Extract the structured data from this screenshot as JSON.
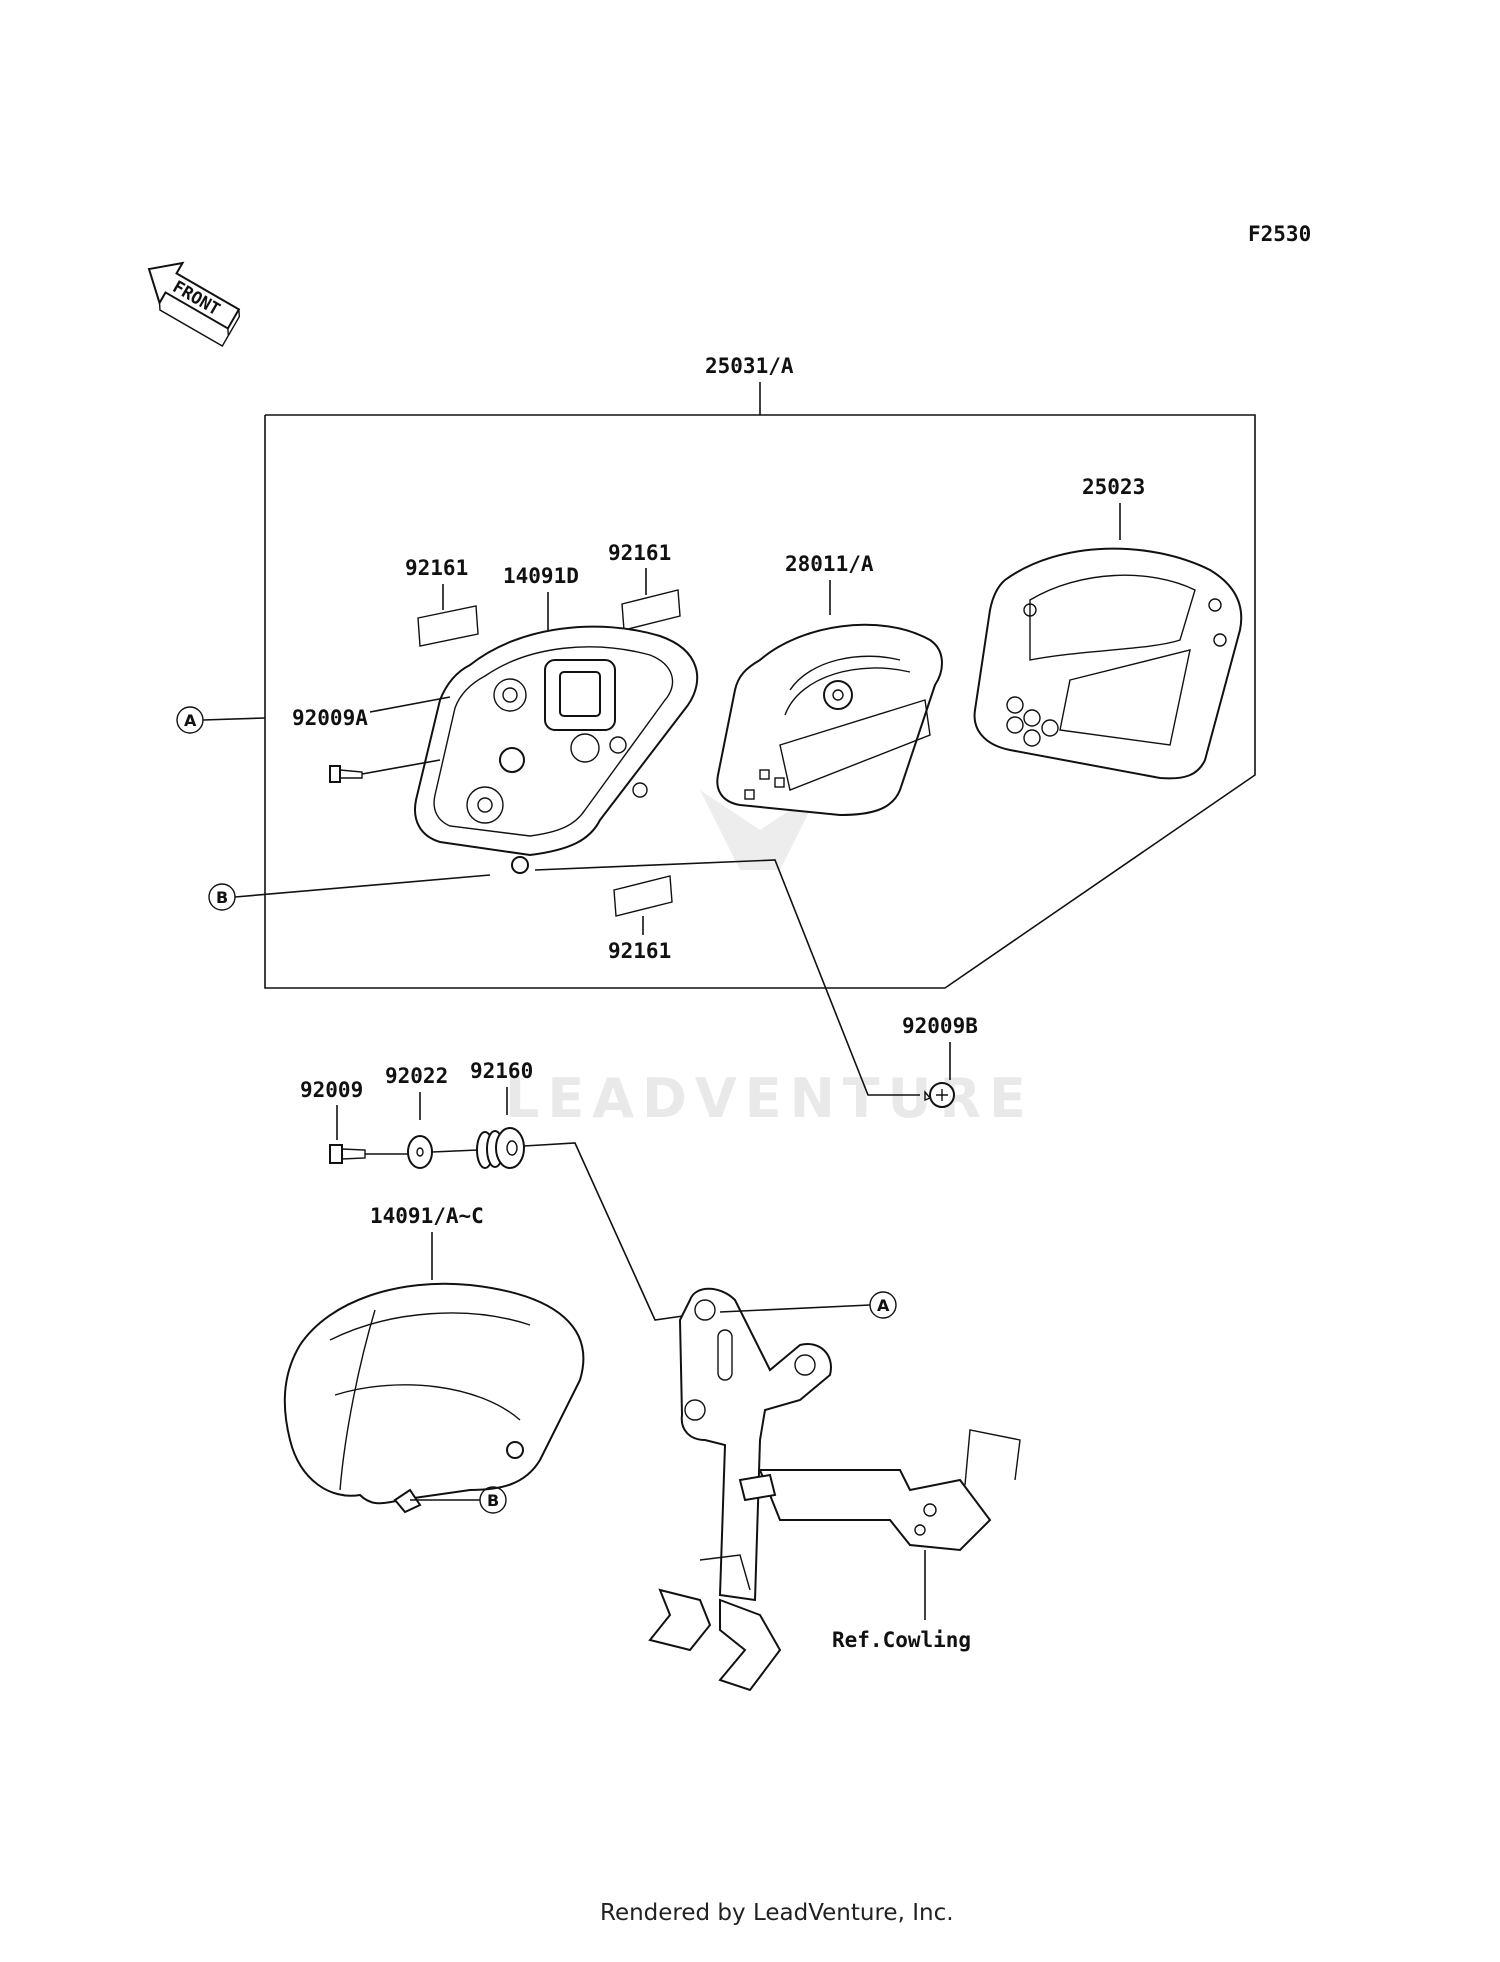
{
  "diagram_code": "F2530",
  "front_arrow_label": "FRONT",
  "watermark": "LEADVENTURE",
  "footer": "Rendered by LeadVenture, Inc.",
  "callouts": {
    "a": "A",
    "b": "B"
  },
  "parts": {
    "meter_assy": "25031/A",
    "cover": "25023",
    "meter_unit": "28011/A",
    "case_inner": "14091D",
    "label_top_left": "92161",
    "label_top_right": "92161",
    "label_bottom": "92161",
    "screw_a": "92009A",
    "screw_b": "92009B",
    "bolt": "92009",
    "washer": "92022",
    "grommet": "92160",
    "case_outer": "14091/A~C",
    "ref_cowling": "Ref.Cowling"
  }
}
